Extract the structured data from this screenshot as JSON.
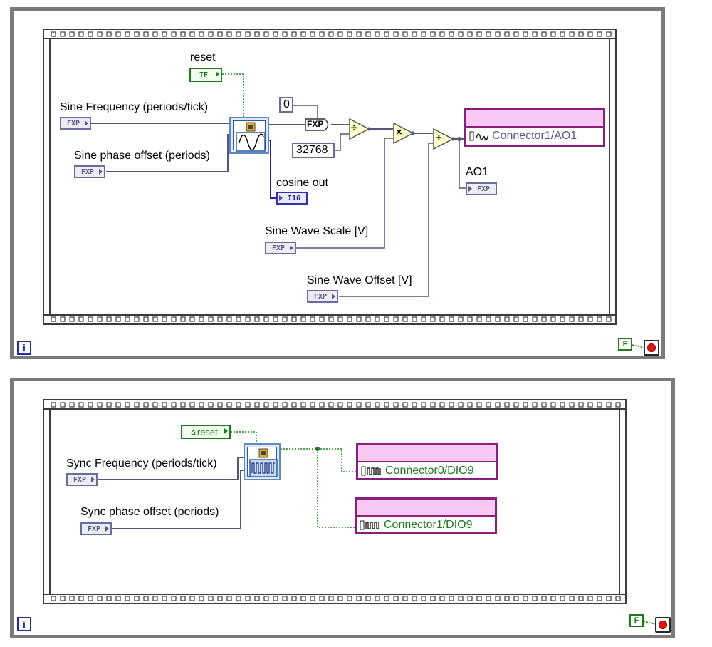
{
  "icons": {
    "info": "info-icon",
    "stop": "stop-button-icon",
    "sine_vi": "sine-wave-generator-icon",
    "sync_vi": "square-wave-generator-icon",
    "divide": "divide-icon",
    "multiply": "multiply-icon",
    "add": "add-icon",
    "to_fixed_point": "fixed-point-conversion-icon",
    "analog_wave": "analog-waveform-icon",
    "digital_wave": "digital-waveform-icon"
  },
  "colors": {
    "loop_border": "#7a7a7a",
    "io_node": "#8a1f7a",
    "io_band": "#f6c8f2",
    "boolean_wire": "#1f7a1f",
    "fxp_wire": "#555577",
    "i16_wire": "#2020a0",
    "io_name_top": "#5a5a80",
    "io_name_bottom": "#1f7a1f"
  },
  "top": {
    "reset_label": "reset",
    "reset_term": "TF",
    "sine_freq_label": "Sine Frequency (periods/tick)",
    "sine_phase_label": "Sine phase offset (periods)",
    "fxp": "FXP",
    "cosine_label": "cosine out",
    "cosine_term": "I16",
    "const_zero": "0",
    "const_32768": "32768",
    "to_fxp": "FXP",
    "divide_sym": "÷",
    "multiply_sym": "×",
    "add_sym": "+",
    "io_name": "Connector1/AO1",
    "ao1_label": "AO1",
    "scale_label": "Sine Wave Scale [V]",
    "offset_label": "Sine Wave Offset [V]",
    "info": "i",
    "false_const": "F"
  },
  "bottom": {
    "reset_term": "reset",
    "sync_freq_label": "Sync Frequency (periods/tick)",
    "sync_phase_label": "Sync phase offset (periods)",
    "fxp": "FXP",
    "io1_name": "Connector0/DIO9",
    "io2_name": "Connector1/DIO9",
    "info": "i",
    "false_const": "F"
  }
}
